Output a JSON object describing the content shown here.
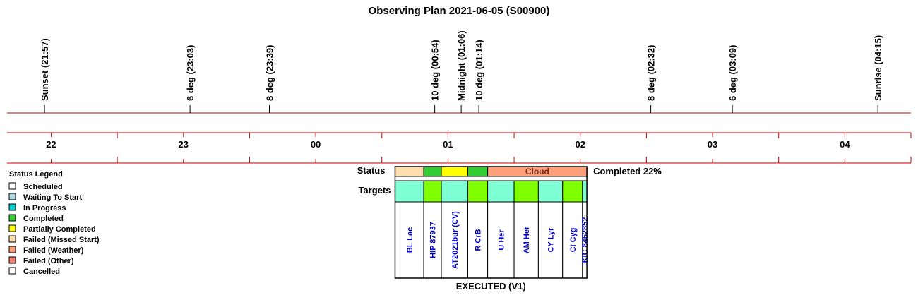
{
  "chart_data": {
    "type": "timeline",
    "title": "Observing Plan 2021-06-05 (S00900)",
    "time_range": [
      "21:40",
      "04:30"
    ],
    "events": [
      {
        "label": "Sunset (21:57)",
        "time": "21:57"
      },
      {
        "label": "6 deg (23:03)",
        "time": "23:03"
      },
      {
        "label": "8 deg (23:39)",
        "time": "23:39"
      },
      {
        "label": "10 deg (00:54)",
        "time": "00:54"
      },
      {
        "label": "Midnight (01:06)",
        "time": "01:06"
      },
      {
        "label": "10 deg (01:14)",
        "time": "01:14"
      },
      {
        "label": "8 deg (02:32)",
        "time": "02:32"
      },
      {
        "label": "6 deg (03:09)",
        "time": "03:09"
      },
      {
        "label": "Sunrise (04:15)",
        "time": "04:15"
      }
    ],
    "hour_labels": [
      "22",
      "23",
      "00",
      "01",
      "02",
      "03",
      "04"
    ],
    "status_label": "Status",
    "targets_label": "Targets",
    "completion_text": "Completed 22%",
    "footer": "EXECUTED (V1)",
    "status_segments": [
      {
        "start": "00:36",
        "end": "00:49",
        "status": "Failed (Missed Start)",
        "label": ""
      },
      {
        "start": "00:49",
        "end": "00:57",
        "status": "Completed",
        "label": ""
      },
      {
        "start": "00:57",
        "end": "01:09",
        "status": "Partially Completed",
        "label": ""
      },
      {
        "start": "01:09",
        "end": "01:18",
        "status": "Completed",
        "label": ""
      },
      {
        "start": "01:18",
        "end": "02:03",
        "status": "Failed (Weather)",
        "label": "Cloud"
      }
    ],
    "targets": [
      {
        "name": "BL Lac",
        "start": "00:36",
        "end": "00:49",
        "color": "#7fffd4"
      },
      {
        "name": "HIP 87937",
        "start": "00:49",
        "end": "00:57",
        "color": "#7fff00"
      },
      {
        "name": "AT2021bur (CV)",
        "start": "00:57",
        "end": "01:09",
        "color": "#7fffd4"
      },
      {
        "name": "R CrB",
        "start": "01:09",
        "end": "01:18",
        "color": "#7fff00"
      },
      {
        "name": "U Her",
        "start": "01:18",
        "end": "01:30",
        "color": "#7fffd4"
      },
      {
        "name": "AM Her",
        "start": "01:30",
        "end": "01:41",
        "color": "#7fff00"
      },
      {
        "name": "CY Lyr",
        "start": "01:41",
        "end": "01:52",
        "color": "#7fffd4"
      },
      {
        "name": "CI Cyg",
        "start": "01:52",
        "end": "02:01",
        "color": "#7fff00"
      },
      {
        "name": "KIC 8462852",
        "start": "02:01",
        "end": "02:03",
        "color": "#7fffd4"
      }
    ],
    "legend": {
      "title": "Status Legend",
      "items": [
        {
          "label": "Scheduled",
          "color": "#ffffff"
        },
        {
          "label": "Waiting To Start",
          "color": "#add8e6"
        },
        {
          "label": "In Progress",
          "color": "#00ced1"
        },
        {
          "label": "Completed",
          "color": "#32cd32"
        },
        {
          "label": "Partially Completed",
          "color": "#ffff00"
        },
        {
          "label": "Failed (Missed Start)",
          "color": "#ffdead"
        },
        {
          "label": "Failed (Weather)",
          "color": "#ffa07a"
        },
        {
          "label": "Failed (Other)",
          "color": "#fa8072"
        },
        {
          "label": "Cancelled",
          "color": "#ffffff"
        }
      ]
    },
    "axis_color": "#cc0000"
  }
}
